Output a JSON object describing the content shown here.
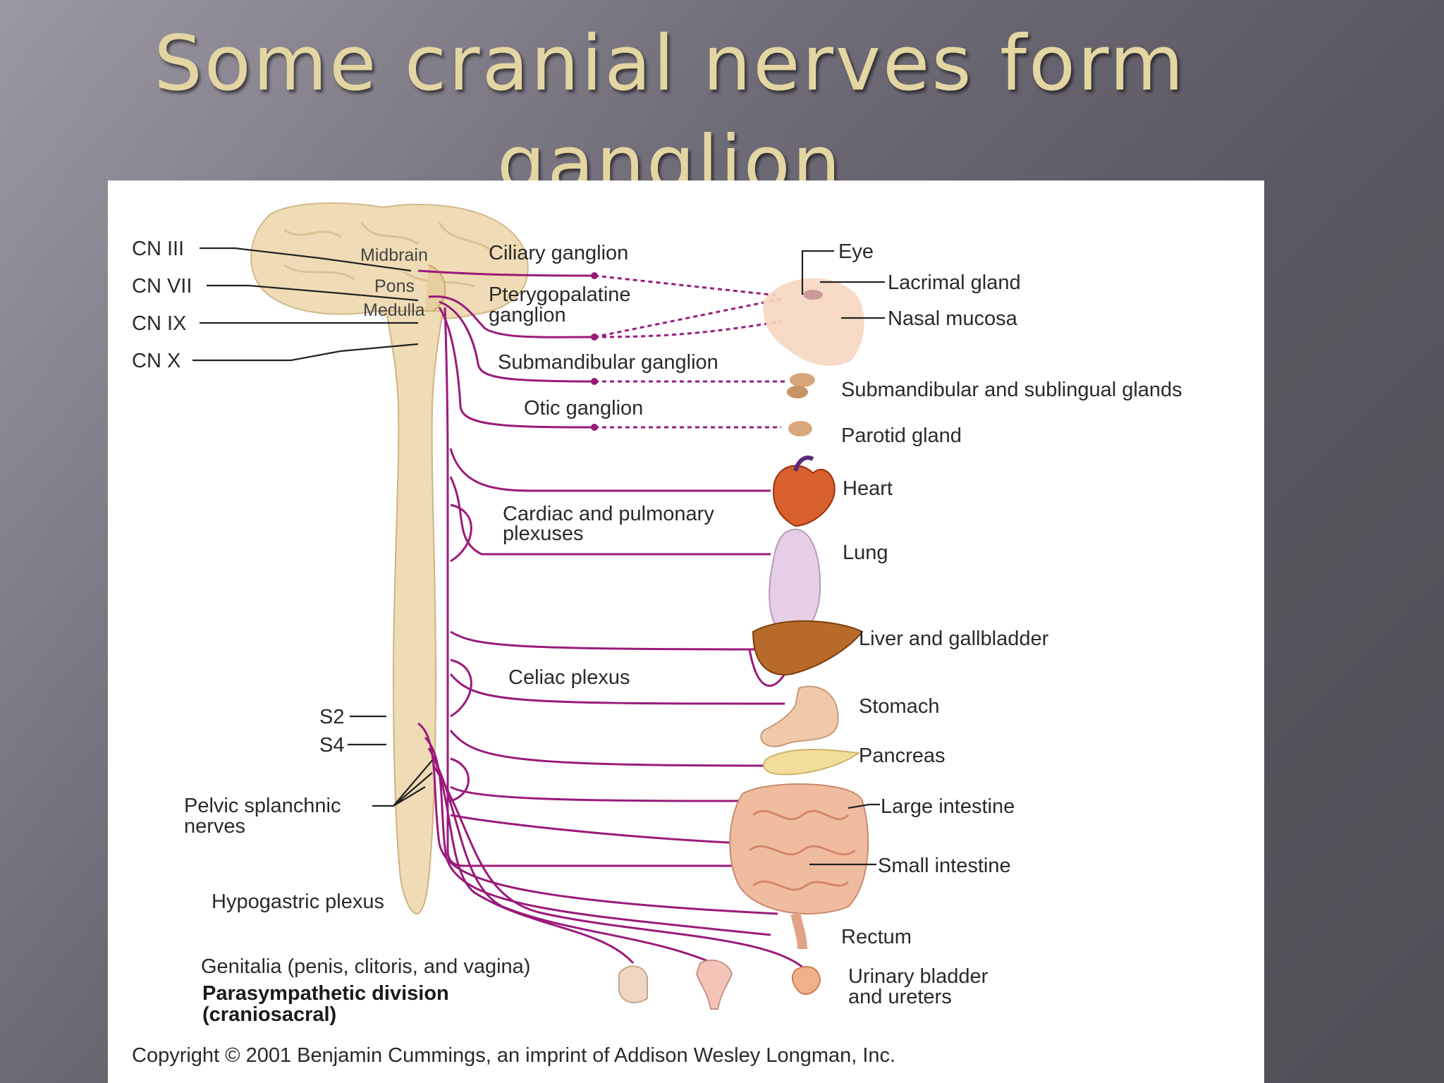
{
  "slide": {
    "title_line1": "Some cranial nerves form",
    "title_line2": "ganglion"
  },
  "diagram": {
    "cranial_nerves": [
      "CN III",
      "CN VII",
      "CN IX",
      "CN X"
    ],
    "brain_regions": [
      "Midbrain",
      "Pons",
      "Medulla"
    ],
    "ganglia": {
      "ciliary": "Ciliary ganglion",
      "pterygo_line1": "Pterygopalatine",
      "pterygo_line2": "ganglion",
      "submandibular": "Submandibular ganglion",
      "otic": "Otic ganglion"
    },
    "plexuses": {
      "cardiac_line1": "Cardiac and pulmonary",
      "cardiac_line2": "plexuses",
      "celiac": "Celiac plexus",
      "hypogastric": "Hypogastric plexus"
    },
    "sacral": [
      "S2",
      "S4"
    ],
    "pelvic_line1": "Pelvic splanchnic",
    "pelvic_line2": "nerves",
    "organs": {
      "eye": "Eye",
      "lacrimal": "Lacrimal gland",
      "nasal": "Nasal mucosa",
      "submandibular_glands": "Submandibular and sublingual glands",
      "parotid": "Parotid gland",
      "heart": "Heart",
      "lung": "Lung",
      "liver": "Liver and gallbladder",
      "stomach": "Stomach",
      "pancreas": "Pancreas",
      "large_intestine": "Large intestine",
      "small_intestine": "Small intestine",
      "rectum": "Rectum",
      "bladder_line1": "Urinary bladder",
      "bladder_line2": "and ureters",
      "genitalia": "Genitalia (penis, clitoris, and vagina)"
    },
    "division_line1": "Parasympathetic division",
    "division_line2": "(craniosacral)",
    "copyright": "Copyright © 2001 Benjamin Cummings, an imprint of Addison Wesley Longman, Inc."
  }
}
